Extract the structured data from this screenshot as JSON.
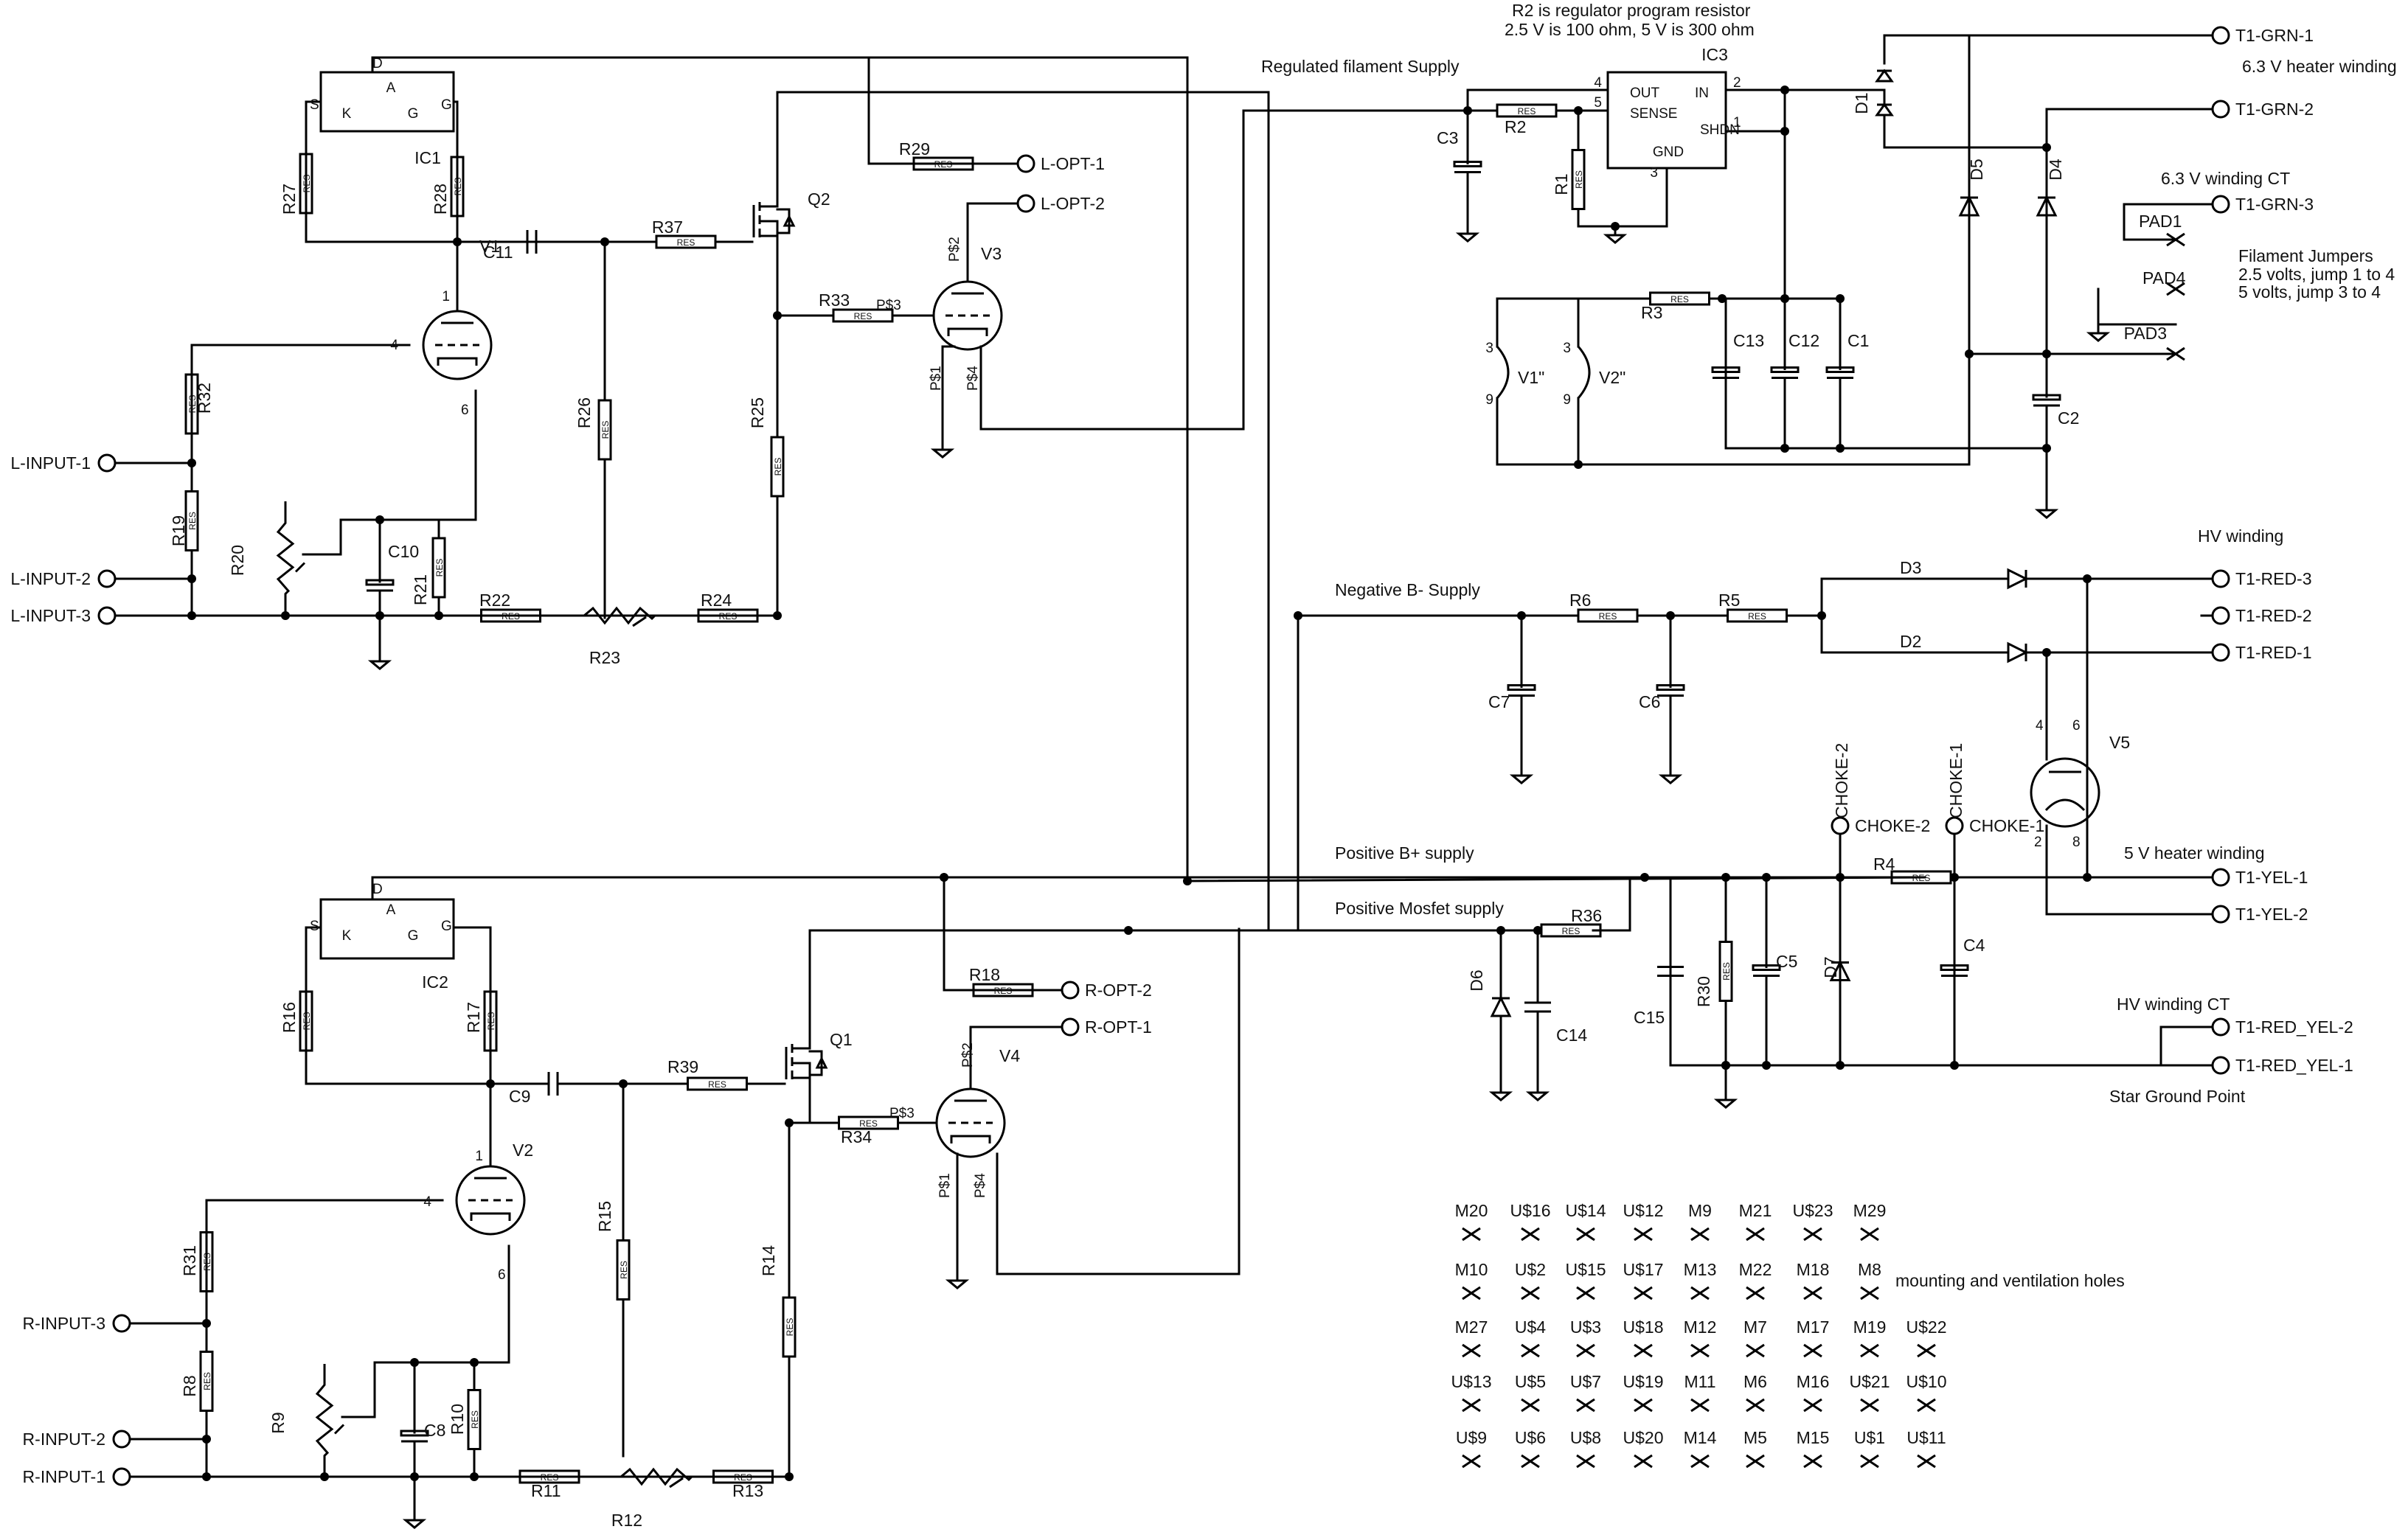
{
  "notes": {
    "regulator_note_1": "R2 is regulator program resistor",
    "regulator_note_2": "2.5 V is 100 ohm, 5 V is 300 ohm",
    "filament_supply": "Regulated filament Supply",
    "heater_winding": "6.3 V heater winding",
    "winding_ct": "6.3 V winding CT",
    "jumpers_1": "Filament Jumpers",
    "jumpers_2": "2.5 volts, jump 1 to 4",
    "jumpers_3": "5 volts, jump 3 to 4",
    "hv_winding": "HV winding",
    "negative_supply": "Negative B- Supply",
    "positive_supply": "Positive B+ supply",
    "mosfet_supply": "Positive Mosfet supply",
    "heater_5v": "5 V heater winding",
    "hv_ct": "HV winding CT",
    "star_ground": "Star Ground Point",
    "mounting": "mounting and ventilation holes"
  },
  "terminals": {
    "l_in1": "L-INPUT-1",
    "l_in2": "L-INPUT-2",
    "l_in3": "L-INPUT-3",
    "r_in3": "R-INPUT-3",
    "r_in2": "R-INPUT-2",
    "r_in1": "R-INPUT-1",
    "l_opt1": "L-OPT-1",
    "l_opt2": "L-OPT-2",
    "r_opt2": "R-OPT-2",
    "r_opt1": "R-OPT-1",
    "grn1": "T1-GRN-1",
    "grn2": "T1-GRN-2",
    "grn3": "T1-GRN-3",
    "red3": "T1-RED-3",
    "red2": "T1-RED-2",
    "red1": "T1-RED-1",
    "yel1": "T1-YEL-1",
    "yel2": "T1-YEL-2",
    "ry2": "T1-RED_YEL-2",
    "ry1": "T1-RED_YEL-1"
  },
  "pads": {
    "pad1": "PAD1",
    "pad4": "PAD4",
    "pad3": "PAD3"
  },
  "chokes": {
    "c2": "CHOKE-2",
    "c1": "CHOKE-1"
  },
  "res_tag": "RES",
  "ic": {
    "ic1": "IC1",
    "ic2": "IC2",
    "ic3": "IC3",
    "pin_a": "A",
    "pin_k": "K",
    "pin_g": "G",
    "pin_d": "D",
    "pin_s": "S",
    "out": "OUT",
    "in": "IN",
    "sense": "SENSE",
    "shdn": "SHDN",
    "gnd": "GND",
    "p4": "4",
    "p5": "5",
    "p2": "2",
    "p1": "1",
    "p3": "3"
  },
  "parts": {
    "R27": "R27",
    "R28": "R28",
    "R29": "R29",
    "R37": "R37",
    "R26": "R26",
    "R25": "R25",
    "R33": "R33",
    "R32": "R32",
    "R19": "R19",
    "R20": "R20",
    "R21": "R21",
    "R22": "R22",
    "R23": "R23",
    "R24": "R24",
    "R16": "R16",
    "R17": "R17",
    "R18": "R18",
    "R39": "R39",
    "R15": "R15",
    "R14": "R14",
    "R34": "R34",
    "R31": "R31",
    "R8": "R8",
    "R9": "R9",
    "R10": "R10",
    "R11": "R11",
    "R12": "R12",
    "R13": "R13",
    "R2": "R2",
    "R1": "R1",
    "R3": "R3",
    "R6": "R6",
    "R5": "R5",
    "R36": "R36",
    "R30": "R30",
    "R4": "R4",
    "C11": "C11",
    "C10": "C10",
    "C9": "C9",
    "C8": "C8",
    "C3": "C3",
    "C13": "C13",
    "C12": "C12",
    "C1": "C1",
    "C2": "C2",
    "C7": "C7",
    "C6": "C6",
    "C15": "C15",
    "C5": "C5",
    "C4": "C4",
    "C14": "C14",
    "D1": "D1",
    "D5": "D5",
    "D4": "D4",
    "D3": "D3",
    "D2": "D2",
    "D6": "D6",
    "D7": "D7",
    "Q1": "Q1",
    "Q2": "Q2",
    "V1": "V1",
    "V2": "V2",
    "V3": "V3",
    "V4": "V4",
    "V5": "V5",
    "V1h": "V1\"",
    "V2h": "V2\""
  },
  "tube_pins": {
    "p1": "1",
    "p4": "4",
    "p6": "6",
    "p2": "2",
    "p8": "8",
    "p3": "3",
    "p9": "9",
    "ps1": "P$1",
    "ps2": "P$2",
    "ps3": "P$3",
    "ps4": "P$4"
  },
  "holes": [
    [
      "M20",
      "U$16",
      "U$14",
      "U$12",
      "M9",
      "M21",
      "U$23",
      "M29"
    ],
    [
      "M10",
      "U$2",
      "U$15",
      "U$17",
      "M13",
      "M22",
      "M18",
      "M8"
    ],
    [
      "M27",
      "U$4",
      "U$3",
      "U$18",
      "M12",
      "M7",
      "M17",
      "M19",
      "U$22"
    ],
    [
      "U$13",
      "U$5",
      "U$7",
      "U$19",
      "M11",
      "M6",
      "M16",
      "U$21",
      "U$10"
    ],
    [
      "U$9",
      "U$6",
      "U$8",
      "U$20",
      "M14",
      "M5",
      "M15",
      "U$1",
      "U$11"
    ]
  ]
}
